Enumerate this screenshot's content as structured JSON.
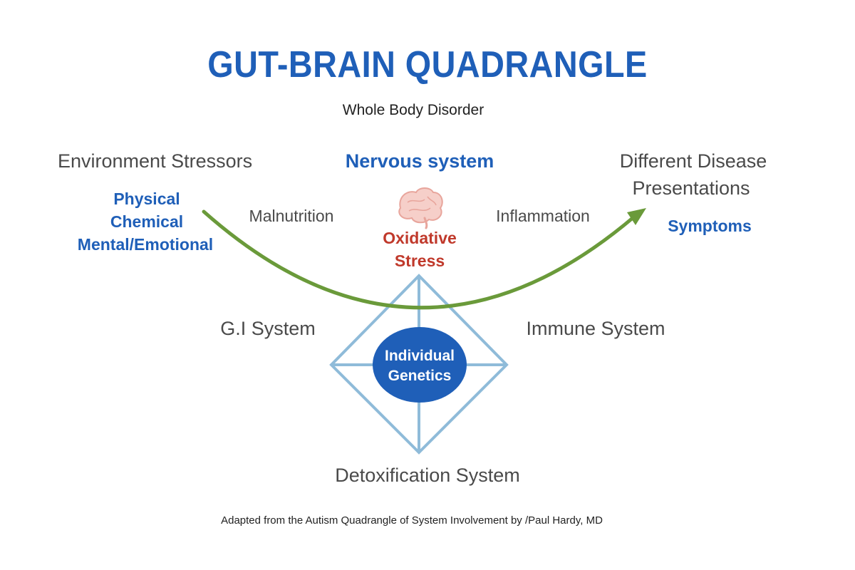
{
  "title": "GUT-BRAIN QUADRANGLE",
  "subtitle": "Whole Body Disorder",
  "environment": {
    "heading": "Environment Stressors",
    "items": [
      "Physical",
      "Chemical",
      "Mental/Emotional"
    ]
  },
  "nervous_system": "Nervous system",
  "disease": {
    "heading_line1": "Different Disease",
    "heading_line2": "Presentations",
    "symptoms": "Symptoms"
  },
  "malnutrition": "Malnutrition",
  "inflammation": "Inflammation",
  "oxidative_stress": {
    "line1": "Oxidative",
    "line2": "Stress"
  },
  "gi_system": "G.I System",
  "immune_system": "Immune System",
  "genetics": {
    "line1": "Individual",
    "line2": "Genetics"
  },
  "detox_system": "Detoxification System",
  "footer": "Adapted from the Autism Quadrangle of System Involvement by /Paul Hardy, MD",
  "icons": [
    "brain-icon"
  ],
  "colors": {
    "title_blue": "#1f5fb8",
    "arc_green": "#6a9a3a",
    "diamond_blue": "#8fbbd9",
    "genetics_fill": "#1f5fb8",
    "oxidative_red": "#c0392b",
    "brain_pink": "#f2b6b0"
  }
}
